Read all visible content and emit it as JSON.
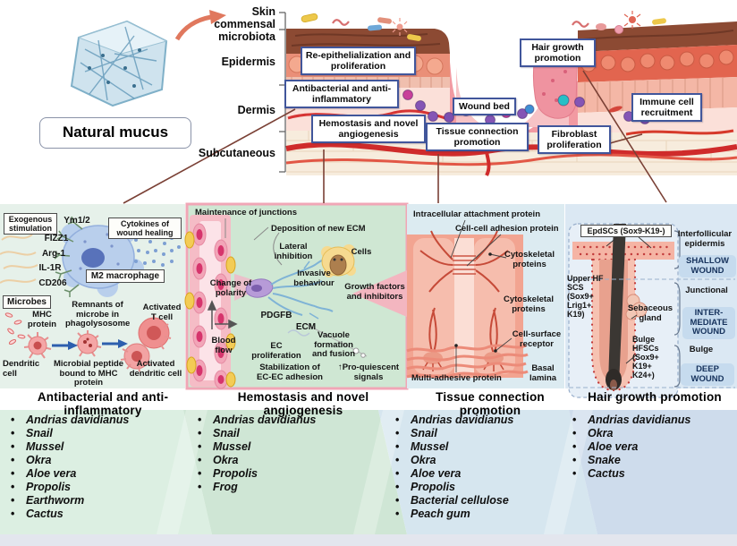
{
  "figure": {
    "natural_mucus_label": "Natural mucus"
  },
  "skin": {
    "layers": {
      "microbiota": "Skin commensal microbiota",
      "epidermis": "Epidermis",
      "dermis": "Dermis",
      "subcutaneous": "Subcutaneous"
    },
    "callouts": {
      "reepithelialization": "Re-epithelialization and proliferation",
      "antibacterial": "Antibacterial and anti-inflammatory",
      "hemostasis": "Hemostasis and novel angiogenesis",
      "wound_bed": "Wound bed",
      "tissue_connection": "Tissue connection promotion",
      "hair_growth": "Hair growth promotion",
      "fibroblast": "Fibroblast proliferation",
      "immune": "Immune cell recruitment"
    }
  },
  "panel1": {
    "title": "Antibacterial and anti-inflammatory",
    "labels": {
      "exogenous": "Exogenous stimulation",
      "ym12": "Ym1/2",
      "fizz1": "FIZZ1",
      "arg1": "Arg-1",
      "il1r": "IL-1R",
      "cd206": "CD206",
      "cytokines": "Cytokines of wound healing",
      "m2": "M2 macrophage",
      "microbes": "Microbes",
      "mhc": "MHC protein",
      "remnants": "Remnants of microbe in phagolysosome",
      "activated_t": "Activated T cell",
      "dendritic": "Dendritic cell",
      "peptide": "Microbial peptide bound to MHC protein",
      "activated_dendritic": "Activated dendritic cell"
    },
    "species": [
      "Andrias davidianus",
      "Snail",
      "Mussel",
      "Okra",
      "Aloe vera",
      "Propolis",
      "Earthworm",
      "Cactus"
    ]
  },
  "panel2": {
    "title": "Hemostasis and novel angiogenesis",
    "labels": {
      "maintenance": "Maintenance of junctions",
      "deposition": "Deposition of new ECM",
      "lateral": "Lateral inhibition",
      "cells": "Cells",
      "invasive": "Invasive behaviour",
      "growth": "Growth factors and inhibitors",
      "polarity": "Change of polarity",
      "pdgfb": "PDGFB",
      "ecm": "ECM",
      "blood_flow": "Blood flow",
      "ec_proliferation": "EC proliferation",
      "vacuole": "Vacuole formation and fusion",
      "stabilization": "Stabilization of EC-EC adhesion",
      "pro_quiescent": "↑Pro-quiescent signals"
    },
    "species": [
      "Andrias davidianus",
      "Snail",
      "Mussel",
      "Okra",
      "Propolis",
      "Frog"
    ]
  },
  "panel3": {
    "title": "Tissue connection promotion",
    "labels": {
      "intracellular": "Intracellular attachment protein",
      "cell_cell": "Cell-cell adhesion protein",
      "cytoskeletal_upper": "Cytoskeletal proteins",
      "cytoskeletal_lower": "Cytoskeletal proteins",
      "receptor": "Cell-surface receptor",
      "basal": "Basal lamina",
      "multi_adhesive": "Multi-adhesive protein"
    },
    "species": [
      "Andrias davidianus",
      "Snail",
      "Mussel",
      "Okra",
      "Aloe vera",
      "Propolis",
      "Bacterial cellulose",
      "Peach gum"
    ]
  },
  "panel4": {
    "title": "Hair growth promotion",
    "labels": {
      "epdscs": "EpdSCs (Sox9-K19-)",
      "interfollicular": "Interfollicular epidermis",
      "shallow": "SHALLOW WOUND",
      "upper_hf": "Upper HF SCS (Sox9+ Lrig1+ K19)",
      "junctional": "Junctional",
      "sebaceous": "Sebaceous gland",
      "intermediate": "INTER-MEDIATE WOUND",
      "bulge_hfscs": "Bulge HFSCs (Sox9+ K19+ K24+)",
      "bulge": "Bulge",
      "deep": "DEEP WOUND"
    },
    "species": [
      "Andrias davidianus",
      "Okra",
      "Aloe vera",
      "Snake",
      "Cactus"
    ]
  },
  "colors": {
    "callout_border": "#41569b",
    "panel1_bg": "#e6f1ea",
    "panel2_bg": "#cfe7d3",
    "panel2_border": "#f0a6b6",
    "panel3_bg": "#dcebf1",
    "panel4_bg": "#dbe8f3",
    "connector_line": "#7a4035",
    "vessel_red": "#cf2b2b"
  }
}
